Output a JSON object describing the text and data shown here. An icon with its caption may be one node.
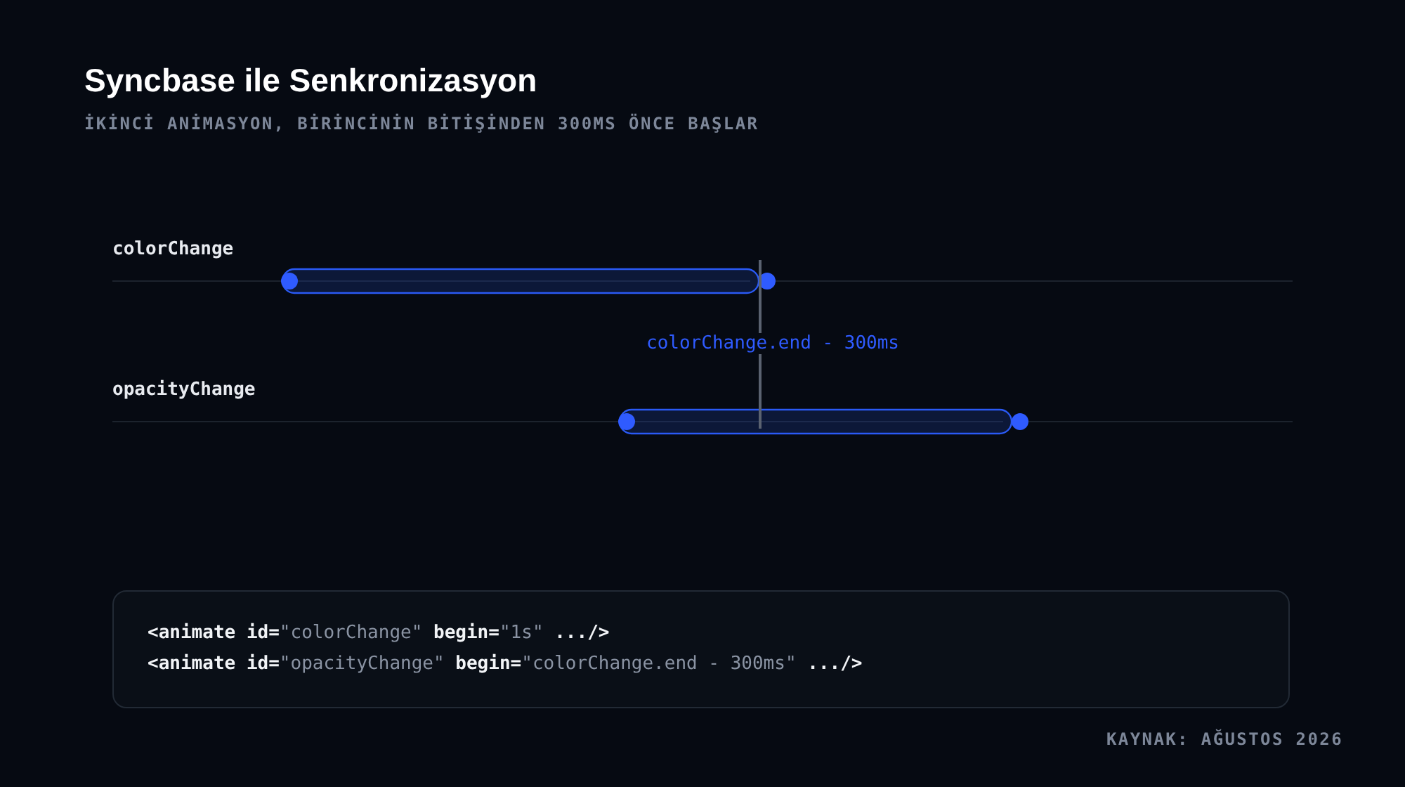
{
  "diagram": {
    "title": "Syncbase ile Senkronizasyon",
    "nodes": [
      {
        "text": [
          "<animate id=\"colorChange\" begin=\"1s\" .../>",
          "<animate id=\"opacityChange\" begin=\"colorChange.end - 300ms\" .../>"
        ]
      }
    ],
    "labels": [
      "İKİNCİ ANİMASYON, BİRİNCİNİN BİTİŞİNDEN 300MS ÖNCE BAŞLAR",
      "colorChange",
      "colorChange.end - 300ms",
      "opacityChange",
      "KAYNAK: AĞUSTOS 2026"
    ]
  }
}
